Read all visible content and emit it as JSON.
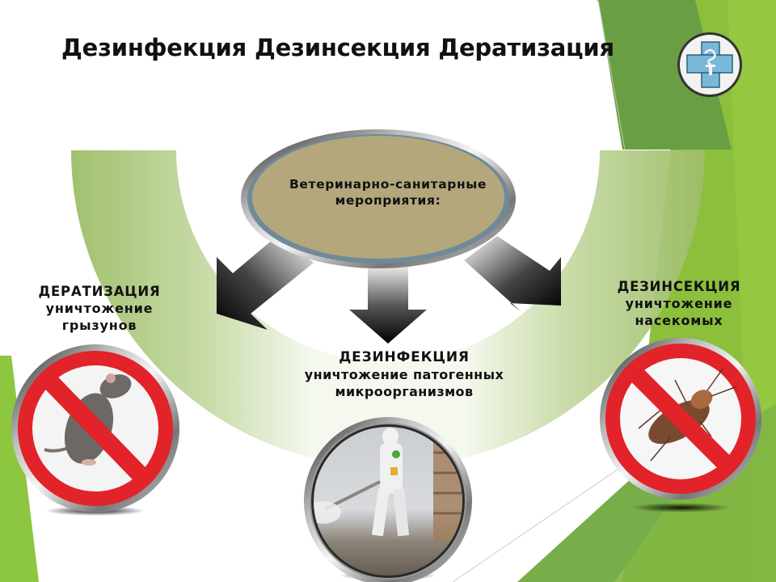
{
  "slide": {
    "title": "Дезинфекция Дезинсекция Дератизация",
    "logo": {
      "icon": "medical-cross-caduceus-icon",
      "color": "#7ab8d8"
    },
    "center": {
      "line1": "Ветеринарно-санитарные",
      "line2": "мероприятия:",
      "fill_color": "#b3a77b"
    },
    "categories": [
      {
        "heading": "ДЕРАТИЗАЦИЯ",
        "line1": "уничтожение",
        "line2": "грызунов",
        "image": "rat-prohibited-icon"
      },
      {
        "heading": "ДЕЗИНФЕКЦИЯ",
        "line1": "уничтожение патогенных",
        "line2": "микроорганизмов",
        "image": "disinfection-worker-photo"
      },
      {
        "heading": "ДЕЗИНСЕКЦИЯ",
        "line1": "уничтожение",
        "line2": "насекомых",
        "image": "cockroach-prohibited-icon"
      }
    ],
    "colors": {
      "green_dark": "#6a9e45",
      "green_mid": "#78ad4a",
      "green_light": "#8dc63f",
      "arc_green": "#a9c678",
      "prohibit_red": "#e2232a"
    }
  }
}
